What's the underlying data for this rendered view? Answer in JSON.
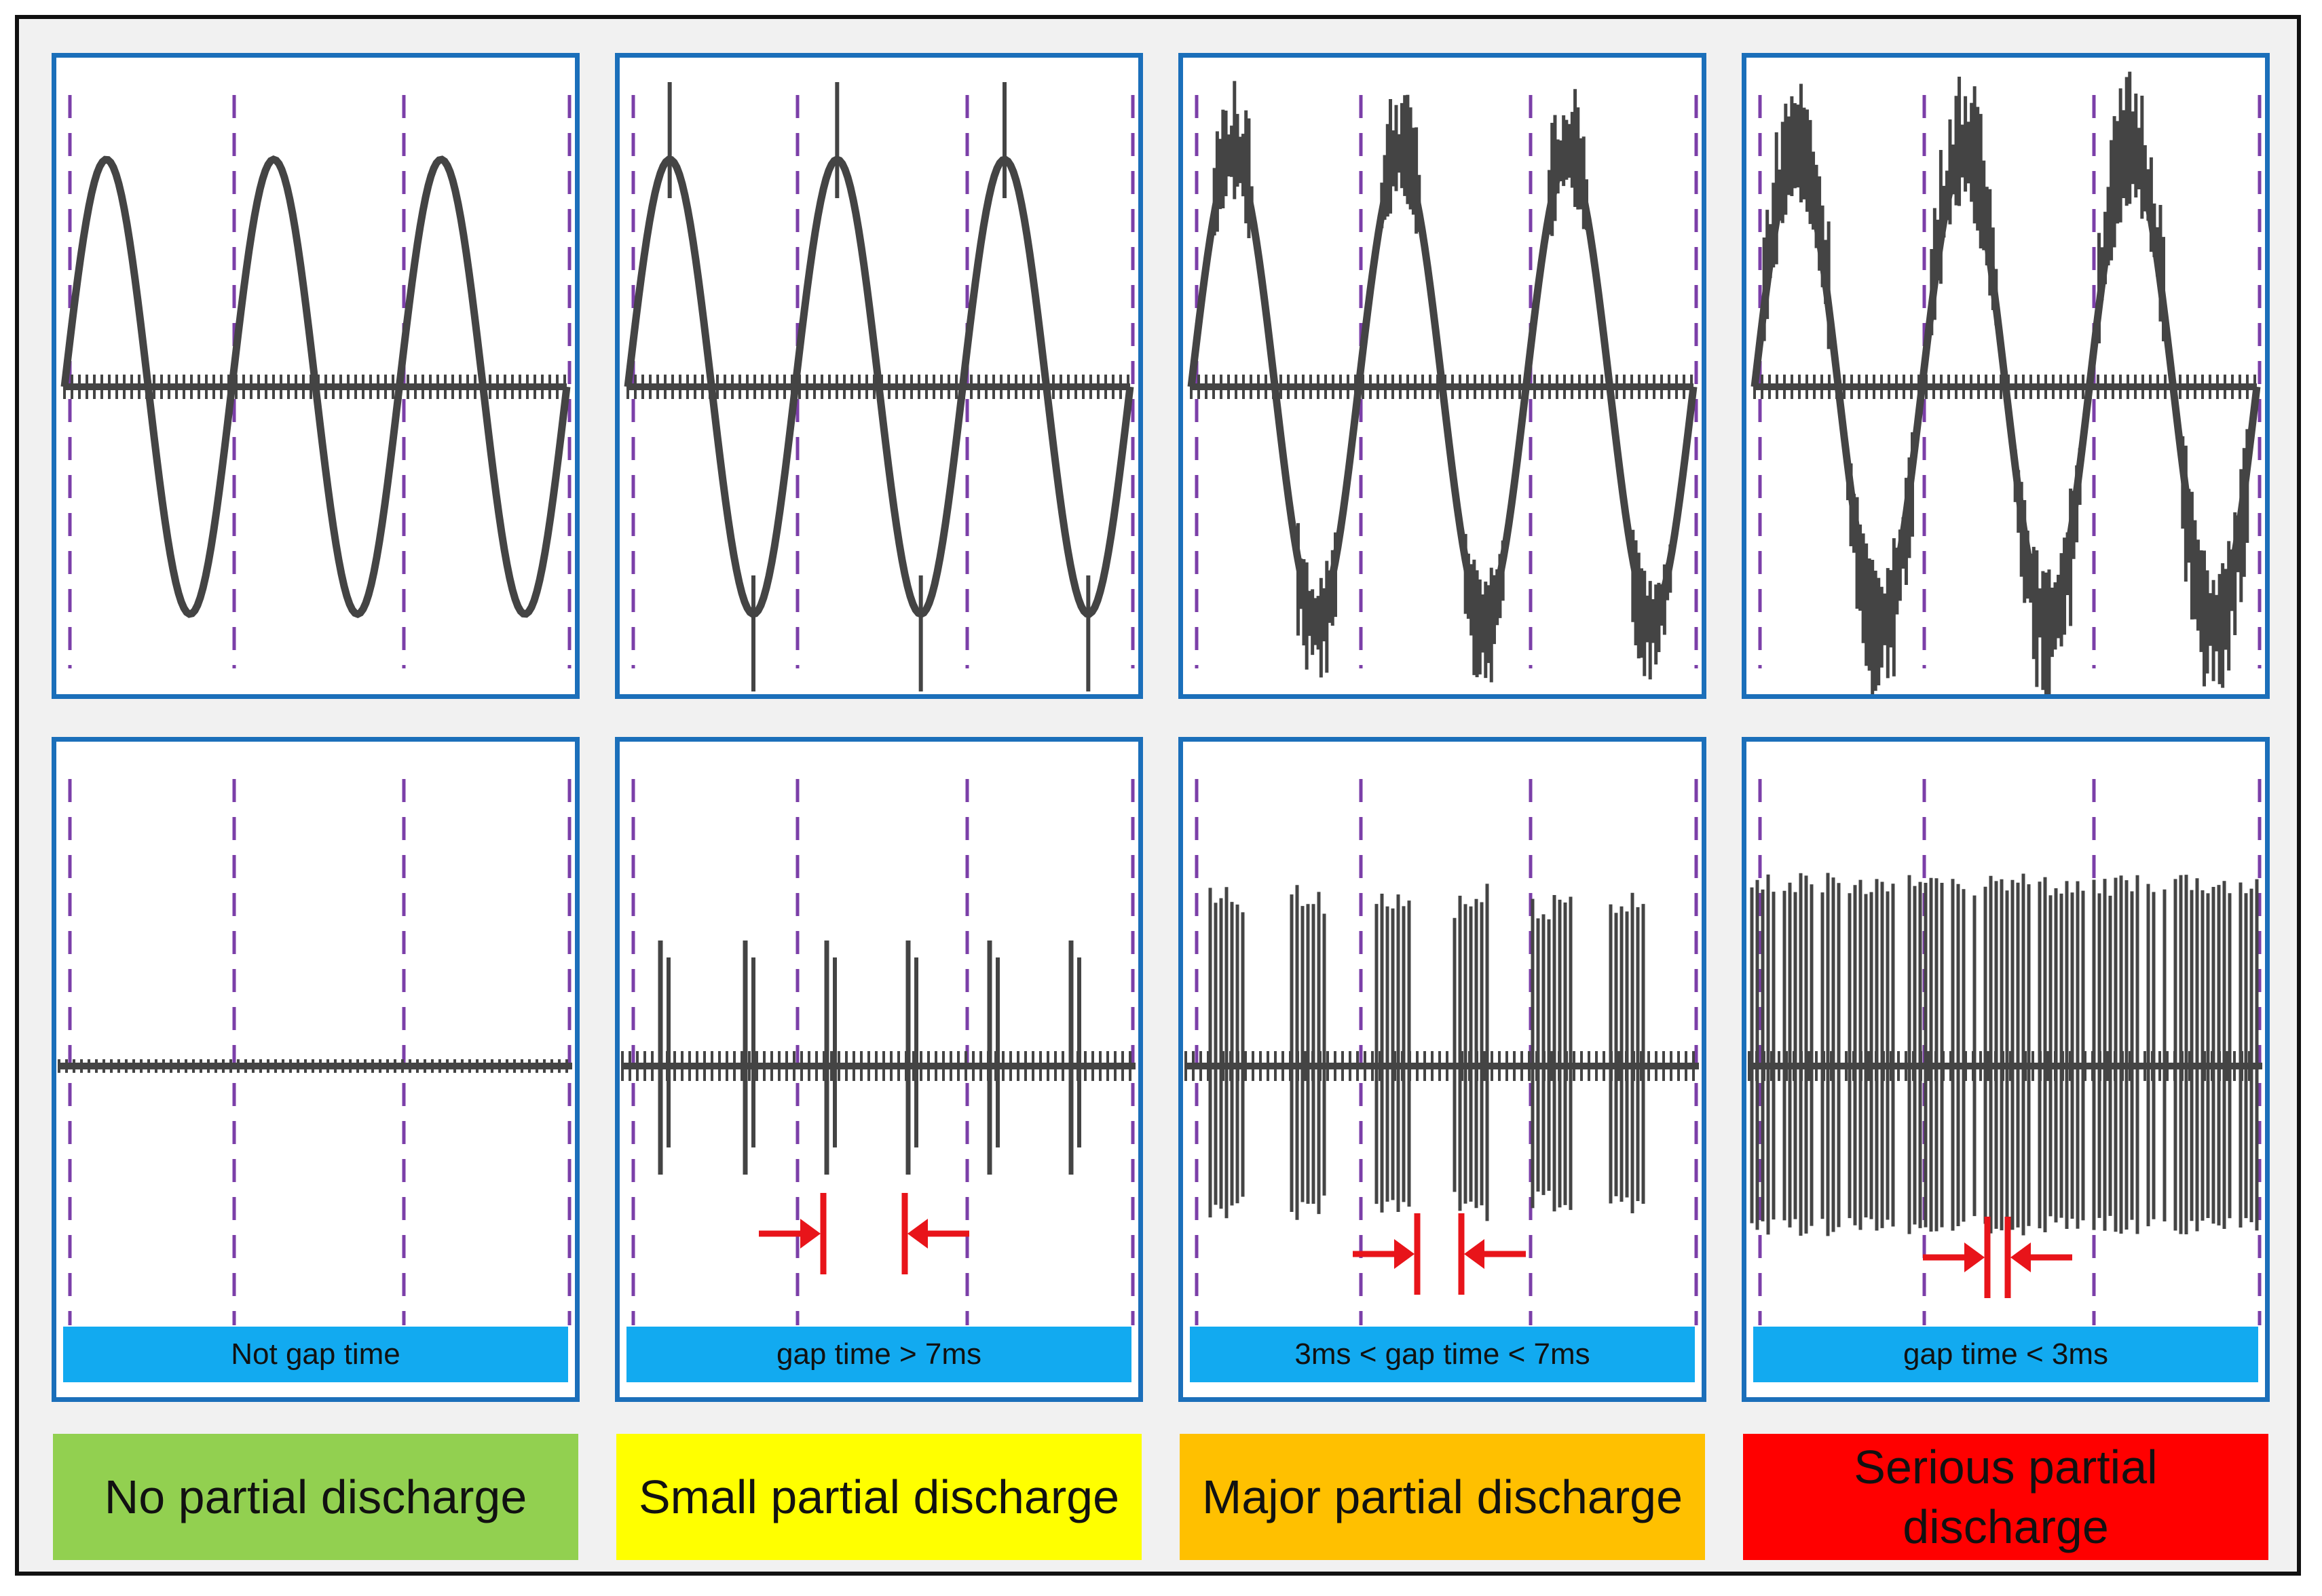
{
  "colors": {
    "panel_border": "#1b6fba",
    "gap_bar": "#12aaf0",
    "waveform": "#444444",
    "divider_dash": "#7b3fa8",
    "arrow": "#e8141a"
  },
  "columns": [
    {
      "id": "none",
      "gap_label": "Not gap time",
      "status_label": "No partial discharge",
      "status_color": "#92d050",
      "spike_intensity": 0
    },
    {
      "id": "small",
      "gap_label": "gap time > 7ms",
      "status_label": "Small partial discharge",
      "status_color": "#ffff00",
      "spike_intensity": 1
    },
    {
      "id": "major",
      "gap_label": "3ms < gap time < 7ms",
      "status_label": "Major partial discharge",
      "status_color": "#ffc000",
      "spike_intensity": 2
    },
    {
      "id": "serious",
      "gap_label": "gap time < 3ms",
      "status_label": "Serious partial discharge",
      "status_color": "#ff0000",
      "spike_intensity": 3
    }
  ],
  "icons": {
    "gap_arrows": "gap-arrows-icon"
  }
}
